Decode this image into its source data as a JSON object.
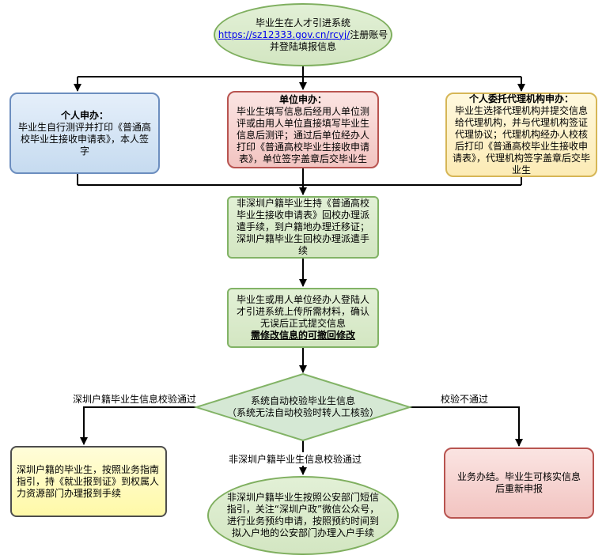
{
  "nodes": {
    "start": {
      "line1": "毕业生在人才引进系统",
      "link": "https://sz12333.gov.cn/rcyj/",
      "line2_suffix": "注册账号",
      "line3": "并登陆填报信息"
    },
    "personal": {
      "title": "个人申办：",
      "body": "毕业生自行测评并打印《普通高校毕业生接收申请表》，本人签字"
    },
    "unit": {
      "title": "单位申办：",
      "body": "毕业生填写信息后经用人单位测评或由用人单位直接填写毕业生信息后测评；通过后单位经办人打印《普通高校毕业生接收申请表》，单位签字盖章后交毕业生"
    },
    "agency": {
      "title": "个人委托代理机构申办：",
      "body": "毕业生选择代理机构并提交信息给代理机构，并与代理机构签证代理协议；代理机构经办人校核后打印《普通高校毕业生接收申请表》，代理机构签字盖章后交毕业生"
    },
    "dispatch": {
      "body": "非深圳户籍毕业生持《普通高校毕业生接收申请表》回校办理派遣手续，到户籍地办理迁移证；深圳户籍毕业生回校办理派遣手续"
    },
    "upload": {
      "body": "毕业生或用人单位经办人登陆人才引进系统上传所需材料，确认无误后正式提交信息",
      "note": "需修改信息的可撤回修改"
    },
    "check": {
      "line1": "系统自动校验毕业生信息",
      "line2": "（系统无法自动校验时转人工核验）"
    },
    "sz_result": {
      "body": "深圳户籍的毕业生，按照业务指南指引，持《就业报到证》到权属人力资源部门办理报到手续"
    },
    "nonsz_result": {
      "body": "非深圳户籍毕业生按照公安部门短信指引，关注“深圳户政”微信公众号，进行业务预约申请，按照预约时间到拟入户地的公安部门办理入户手续"
    },
    "fail_result": {
      "body": "业务办结。毕业生可核实信息后重新申报"
    }
  },
  "edge_labels": {
    "sz_pass": "深圳户籍毕业生信息校验通过",
    "nonsz_pass": "非深圳户籍毕业生信息校验通过",
    "fail": "校验不通过"
  },
  "colors": {
    "green_fill": "#d5e8d4",
    "green_stroke": "#82b366",
    "blue_fill": "#dae8fc",
    "blue_stroke": "#6c8ebf",
    "red_fill": "#f8cecc",
    "red_stroke": "#b85450",
    "yellow_fill": "#fff2cc",
    "yellow_stroke": "#d6b656",
    "lightyellow_fill": "#ffff88",
    "edge": "#000000"
  }
}
